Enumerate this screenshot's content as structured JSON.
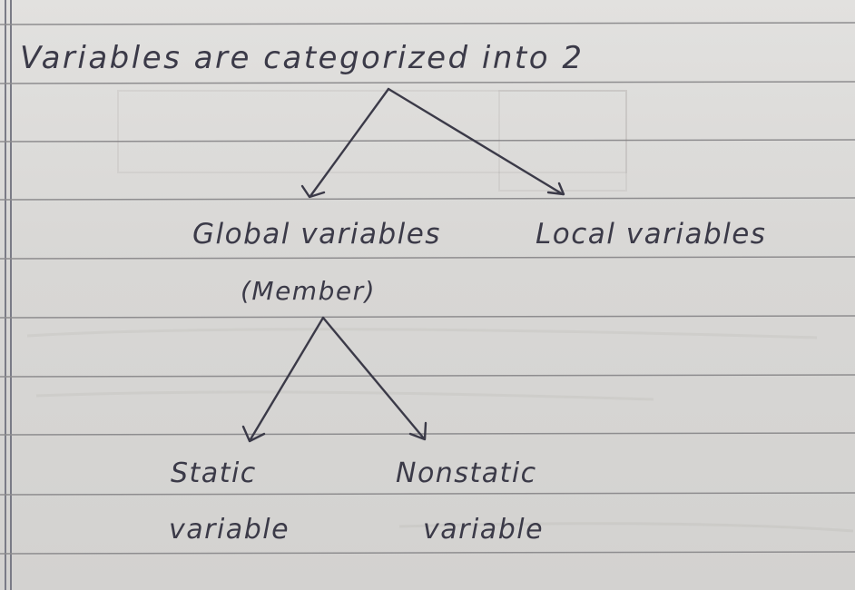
{
  "page": {
    "colors": {
      "paper": "#d9d8d6",
      "rule_line": "#8e8d8f",
      "margin_line": "#7a7b86",
      "ink": "#3b3a48"
    }
  },
  "notes": {
    "heading": "Variables are categorized into 2",
    "branch_left": {
      "title": "Global variables",
      "subtitle": "(Member)",
      "children": {
        "left": {
          "line1": "Static",
          "line2": "variable"
        },
        "right": {
          "line1": "Nonstatic",
          "line2": "variable"
        }
      }
    },
    "branch_right": {
      "title": "Local variables"
    }
  }
}
